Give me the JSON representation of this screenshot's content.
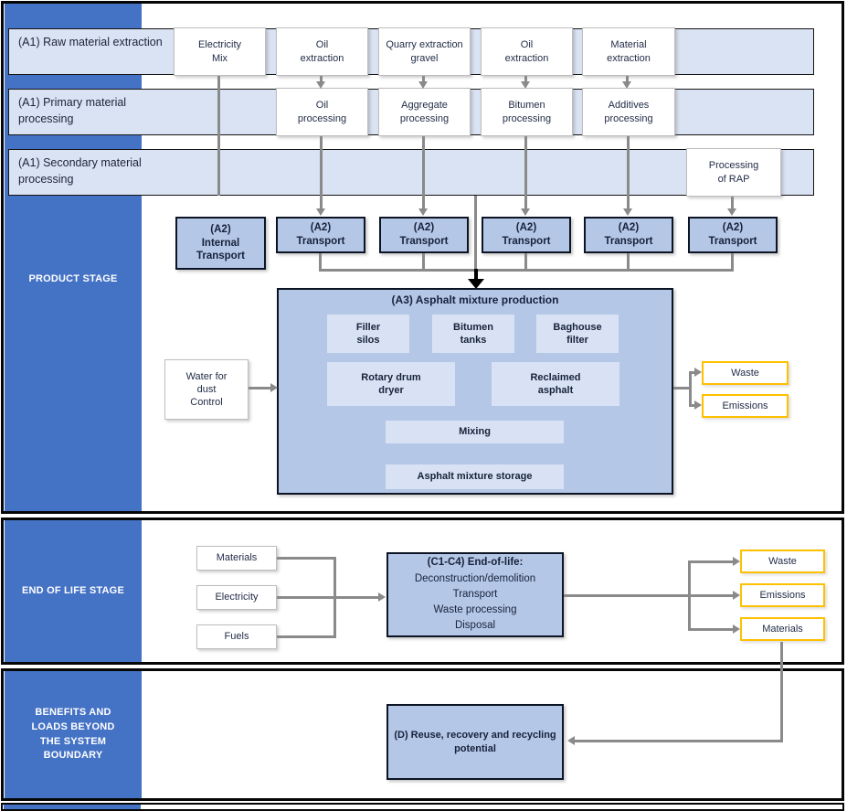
{
  "colors": {
    "stage_blue": "#4472c4",
    "band_fill": "#dae3f3",
    "process_fill": "#b4c7e7",
    "subprocess_fill": "#d8e2f4",
    "output_accent": "#ffc000",
    "connector_gray": "#8a8a8a"
  },
  "product_stage": {
    "sidebar_label": "PRODUCT STAGE",
    "bands": [
      {
        "label": "(A1) Raw material extraction"
      },
      {
        "label": "(A1) Primary material processing"
      },
      {
        "label": "(A1) Secondary material processing"
      }
    ],
    "raw_extraction": [
      {
        "label": "Electricity\nMix"
      },
      {
        "label": "Oil\nextraction"
      },
      {
        "label": "Quarry extraction\ngravel"
      },
      {
        "label": "Oil\nextraction"
      },
      {
        "label": "Material\nextraction"
      }
    ],
    "primary_processing": [
      {
        "label": "Oil\nprocessing"
      },
      {
        "label": "Aggregate\nprocessing"
      },
      {
        "label": "Bitumen\nprocessing"
      },
      {
        "label": "Additives\nprocessing"
      }
    ],
    "secondary_processing": [
      {
        "label": "Processing\nof RAP"
      }
    ],
    "transport": [
      {
        "label": "(A2)\nInternal\nTransport"
      },
      {
        "label": "(A2)\nTransport"
      },
      {
        "label": "(A2)\nTransport"
      },
      {
        "label": "(A2)\nTransport"
      },
      {
        "label": "(A2)\nTransport"
      },
      {
        "label": "(A2)\nTransport"
      }
    ],
    "production": {
      "title": "(A3) Asphalt mixture production",
      "units": [
        {
          "label": "Filler\nsilos"
        },
        {
          "label": "Bitumen\ntanks"
        },
        {
          "label": "Baghouse\nfilter"
        },
        {
          "label": "Rotary drum\ndryer"
        },
        {
          "label": "Reclaimed\nasphalt"
        },
        {
          "label": "Mixing"
        },
        {
          "label": "Asphalt mixture storage"
        }
      ]
    },
    "water_input": {
      "label": "Water for\ndust\nControl"
    },
    "outputs": [
      {
        "label": "Waste"
      },
      {
        "label": "Emissions"
      }
    ]
  },
  "end_of_life_stage": {
    "sidebar_label": "END OF LIFE STAGE",
    "inputs": [
      {
        "label": "Materials"
      },
      {
        "label": "Electricity"
      },
      {
        "label": "Fuels"
      }
    ],
    "process": {
      "title": "(C1-C4) End-of-life:",
      "steps": "Deconstruction/demolition\nTransport\nWaste processing\nDisposal"
    },
    "outputs": [
      {
        "label": "Waste"
      },
      {
        "label": "Emissions"
      },
      {
        "label": "Materials"
      }
    ]
  },
  "benefits_stage": {
    "sidebar_label": "BENEFITS AND\nLOADS BEYOND\nTHE SYSTEM\nBOUNDARY",
    "process": {
      "label": "(D) Reuse, recovery and recycling\npotential"
    }
  }
}
